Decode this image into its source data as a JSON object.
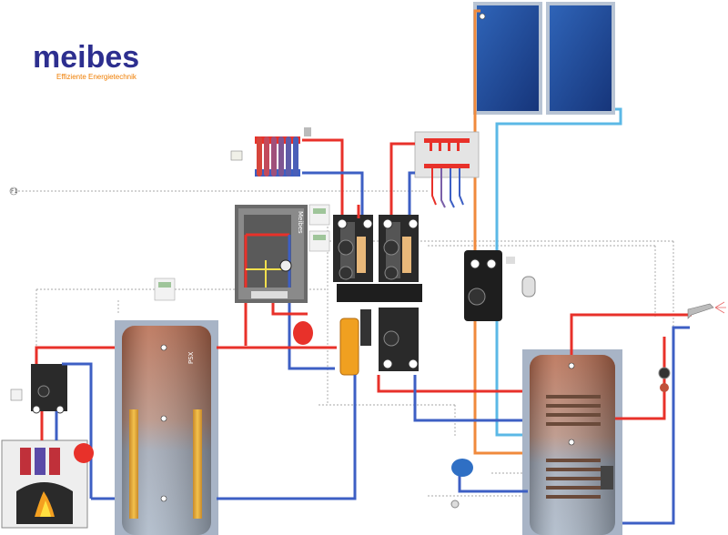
{
  "brand": {
    "name": "meibes",
    "tagline": "Effiziente Energietechnik"
  },
  "labels": {
    "control_ref": "F1",
    "buffer_tank_type": "PSX",
    "boiler_brand": "Meibes"
  },
  "colors": {
    "hot_pipe": "#e8312a",
    "cold_pipe": "#3d5fc4",
    "solar_pipe": "#f08a3c",
    "solar_return": "#5bb8e6",
    "tank_copper": "#b06a4e",
    "brand_blue": "#2d2f8f",
    "brand_orange": "#ef7d00"
  },
  "icons": [
    "solar-collector-icon",
    "radiator-icon",
    "floor-heating-manifold-icon",
    "wood-boiler-icon",
    "gas-boiler-icon",
    "buffer-tank-icon",
    "dhw-tank-icon",
    "pump-group-icon",
    "expansion-vessel-icon",
    "faucet-icon",
    "controller-icon"
  ]
}
